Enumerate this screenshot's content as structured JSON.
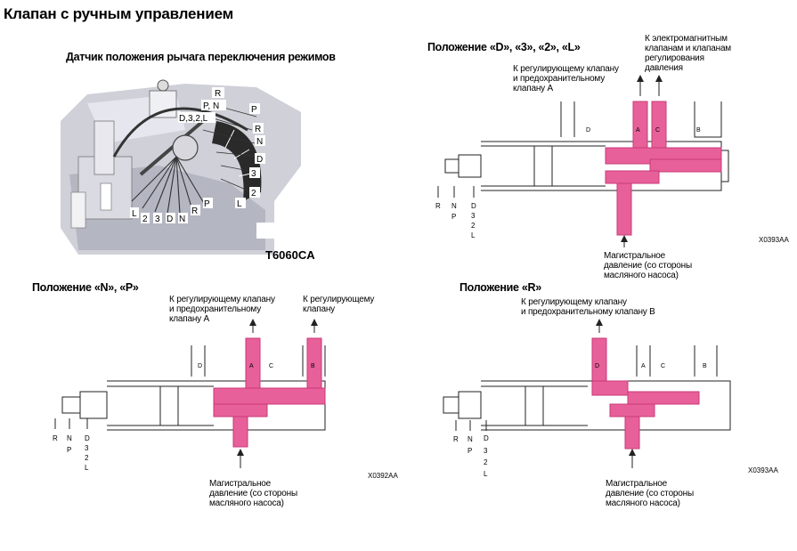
{
  "page": {
    "title": "Клапан с ручным управлением"
  },
  "sensor": {
    "title": "Датчик положения рычага переключения режимов",
    "code": "T6060CA",
    "lever_labels": [
      "R",
      "P, N",
      "D,3,2,L"
    ],
    "arc_labels": [
      "P",
      "R",
      "N",
      "D",
      "3",
      "2",
      "L"
    ],
    "contact_labels": [
      "L",
      "2",
      "3",
      "D",
      "N",
      "R",
      "P"
    ]
  },
  "panel_d": {
    "title": "Положение «D», «3», «2», «L»",
    "note1": [
      "К регулирующему клапану",
      "и предохранительному",
      "клапану A"
    ],
    "note2": [
      "К электромагнитным",
      "клапанам и клапанам",
      "регулирования",
      "давления"
    ],
    "bottom": [
      "Магистральное",
      "давление (со стороны",
      "масляного насоса)"
    ],
    "code": "X0393AA",
    "ports": {
      "a": "A",
      "c": "C",
      "b": "B",
      "d": "D"
    }
  },
  "panel_np": {
    "title": "Положение «N», «P»",
    "note1": [
      "К регулирующему клапану",
      "и предохранительному",
      "клапану A"
    ],
    "note2": [
      "К регулирующему",
      "клапану"
    ],
    "bottom": [
      "Магистральное",
      "давление (со стороны",
      "масляного насоса)"
    ],
    "code": "X0392AA",
    "ports": {
      "a": "A",
      "c": "C",
      "b": "B",
      "d": "D"
    }
  },
  "panel_r": {
    "title": "Положение «R»",
    "note1": [
      "К регулирующему клапану",
      "и предохранительному клапану B"
    ],
    "bottom": [
      "Магистральное",
      "давление (со стороны",
      "масляного насоса)"
    ],
    "code": "X0393AA",
    "ports": {
      "a": "A",
      "c": "C",
      "b": "B",
      "d": "D"
    }
  },
  "positions": {
    "r": "R",
    "n": "N",
    "p": "P",
    "drive": [
      "D",
      "3",
      "2",
      "L"
    ]
  },
  "colors": {
    "oil": "#e8609a",
    "oil_dark": "#c83a78",
    "line": "#222222",
    "body": "#b9b9bf"
  }
}
